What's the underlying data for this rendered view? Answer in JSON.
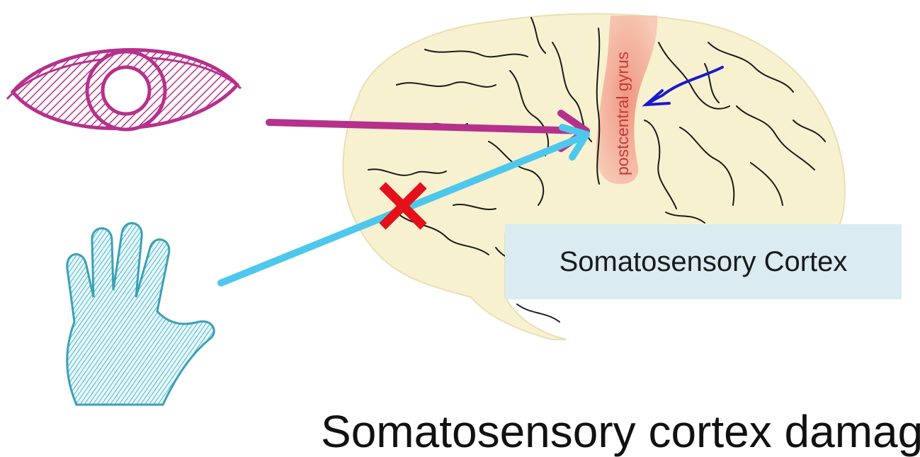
{
  "brain": {
    "gyrus_label": "postcentral gyrus"
  },
  "cortex_box": {
    "label": "Somatosensory Cortex"
  },
  "caption": {
    "text": "Somatosensory cortex damage"
  },
  "icons": {
    "eye": "eye-icon",
    "hand": "hand-icon",
    "cross": "x-mark-icon"
  },
  "colors": {
    "eye_arrow": "#b5318c",
    "hand_arrow": "#4dc8ec",
    "blue_arrow": "#1a1acc",
    "cross": "#e4101a",
    "gyrus": "#f2a08a",
    "brain_fill": "#f8f1d0",
    "box": "#daebf1"
  }
}
